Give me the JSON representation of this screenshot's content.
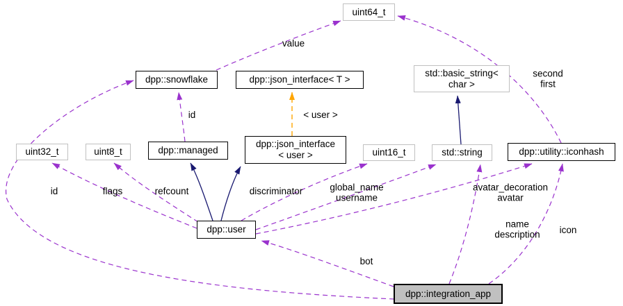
{
  "colors": {
    "usage_edge": "#9a32cd",
    "inherit_edge": "#191970",
    "template_edge": "#ffa500",
    "external_border": "#c0c0c0",
    "current_node_fill": "#c0c0c0"
  },
  "nodes": {
    "uint64": {
      "label": "uint64_t"
    },
    "snowflake": {
      "label": "dpp::snowflake"
    },
    "json_iface_t": {
      "label": "dpp::json_interface< T >"
    },
    "basic_string": {
      "line1": "std::basic_string<",
      "line2": "char >"
    },
    "uint32": {
      "label": "uint32_t"
    },
    "uint8": {
      "label": "uint8_t"
    },
    "managed": {
      "label": "dpp::managed"
    },
    "json_iface_user": {
      "line1": "dpp::json_interface",
      "line2": "< user >"
    },
    "uint16": {
      "label": "uint16_t"
    },
    "string": {
      "label": "std::string"
    },
    "iconhash": {
      "label": "dpp::utility::iconhash"
    },
    "user": {
      "label": "dpp::user"
    },
    "integration_app": {
      "label": "dpp::integration_app"
    }
  },
  "edge_labels": {
    "value": "value",
    "second": "second",
    "first": "first",
    "id_managed": "id",
    "template_user": "< user >",
    "id_app": "id",
    "flags": "flags",
    "refcount": "refcount",
    "discriminator": "discriminator",
    "global_name": "global_name",
    "username": "username",
    "avatar_decoration": "avatar_decoration",
    "avatar": "avatar",
    "name": "name",
    "description": "description",
    "icon": "icon",
    "bot": "bot"
  }
}
